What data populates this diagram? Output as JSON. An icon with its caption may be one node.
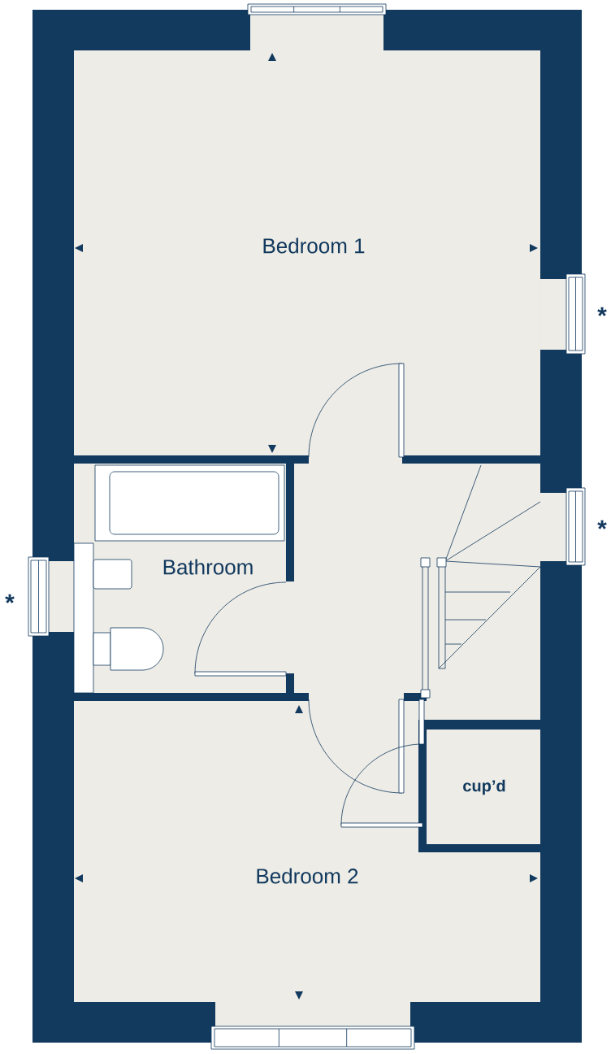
{
  "diagram": {
    "nodes": [
      {
        "text": [
          "Bedroom 1"
        ]
      },
      {
        "text": [
          "Bathroom"
        ]
      },
      {
        "text": [
          "cup’d"
        ]
      },
      {
        "text": [
          "Bedroom 2"
        ]
      }
    ],
    "labels": [
      "*",
      "*",
      "*"
    ]
  }
}
